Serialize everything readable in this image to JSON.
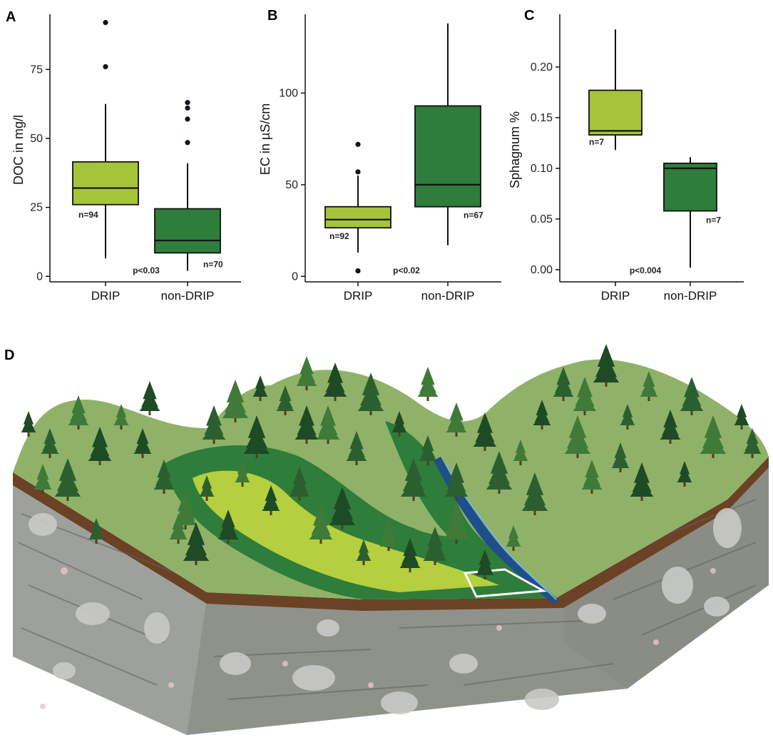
{
  "colors": {
    "drip_fill": "#a6c43a",
    "nondrip_fill": "#2e7d3a",
    "outline": "#111111",
    "outlier": "#111122"
  },
  "chart_data": [
    {
      "type": "boxplot",
      "panel": "A",
      "ylabel": "DOC in mg/l",
      "ylim": [
        -2,
        95
      ],
      "yticks": [
        0,
        25,
        50,
        75
      ],
      "categories": [
        "DRIP",
        "non-DRIP"
      ],
      "p_value": "p<0.03",
      "boxes": [
        {
          "category": "DRIP",
          "q1": 26,
          "median": 32,
          "q3": 41.5,
          "whisker_low": 6.5,
          "whisker_high": 62.5,
          "outliers": [
            76,
            92
          ],
          "n": "n=94",
          "color": "drip"
        },
        {
          "category": "non-DRIP",
          "q1": 8.5,
          "median": 13,
          "q3": 24.5,
          "whisker_low": 2,
          "whisker_high": 41,
          "outliers": [
            48.5,
            57,
            61,
            63
          ],
          "n": "n=70",
          "color": "nondrip"
        }
      ]
    },
    {
      "type": "boxplot",
      "panel": "B",
      "ylabel": "EC in µS/cm",
      "ylim": [
        -3,
        143
      ],
      "yticks": [
        0,
        50,
        100
      ],
      "categories": [
        "DRIP",
        "non-DRIP"
      ],
      "p_value": "p<0.02",
      "boxes": [
        {
          "category": "DRIP",
          "q1": 26.5,
          "median": 31,
          "q3": 38,
          "whisker_low": 13,
          "whisker_high": 55,
          "outliers": [
            3,
            57,
            72
          ],
          "n": "n=92",
          "color": "drip"
        },
        {
          "category": "non-DRIP",
          "q1": 38,
          "median": 50,
          "q3": 93,
          "whisker_low": 17,
          "whisker_high": 138,
          "outliers": [],
          "n": "n=67",
          "color": "nondrip"
        }
      ]
    },
    {
      "type": "boxplot",
      "panel": "C",
      "ylabel": "Sphagnum %",
      "ylim": [
        -0.012,
        0.252
      ],
      "yticks": [
        0.0,
        0.05,
        0.1,
        0.15,
        0.2
      ],
      "categories": [
        "DRIP",
        "non-DRIP"
      ],
      "p_value": "p<0.004",
      "boxes": [
        {
          "category": "DRIP",
          "q1": 0.133,
          "median": 0.137,
          "q3": 0.177,
          "whisker_low": 0.118,
          "whisker_high": 0.237,
          "outliers": [],
          "n": "n=7",
          "color": "drip"
        },
        {
          "category": "non-DRIP",
          "q1": 0.058,
          "median": 0.1,
          "q3": 0.105,
          "whisker_low": 0.002,
          "whisker_high": 0.111,
          "outliers": [],
          "n": "n=7",
          "color": "nondrip"
        }
      ]
    }
  ],
  "diagram": {
    "panel": "D",
    "subject": "block-diagram-of-forested-valley-with-drip-zone-and-stream"
  }
}
